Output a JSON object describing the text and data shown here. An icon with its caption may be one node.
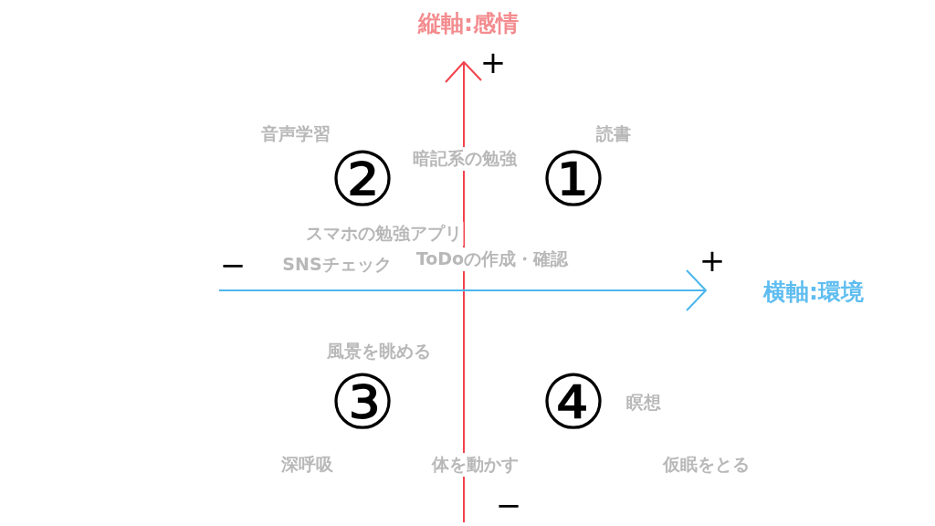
{
  "diagram": {
    "labels": [
      "縦軸:感情",
      "+",
      "音声学習",
      "読書",
      "暗記系の勉強",
      "②",
      "①",
      "スマホの勉強アプリ",
      "+",
      "−",
      "SNSチェック",
      "ToDoの作成・確認",
      "横軸:環境",
      "風景を眺める",
      "③",
      "④",
      "瞑想",
      "深呼吸",
      "体を動かす",
      "仮眠をとる",
      "−"
    ]
  }
}
